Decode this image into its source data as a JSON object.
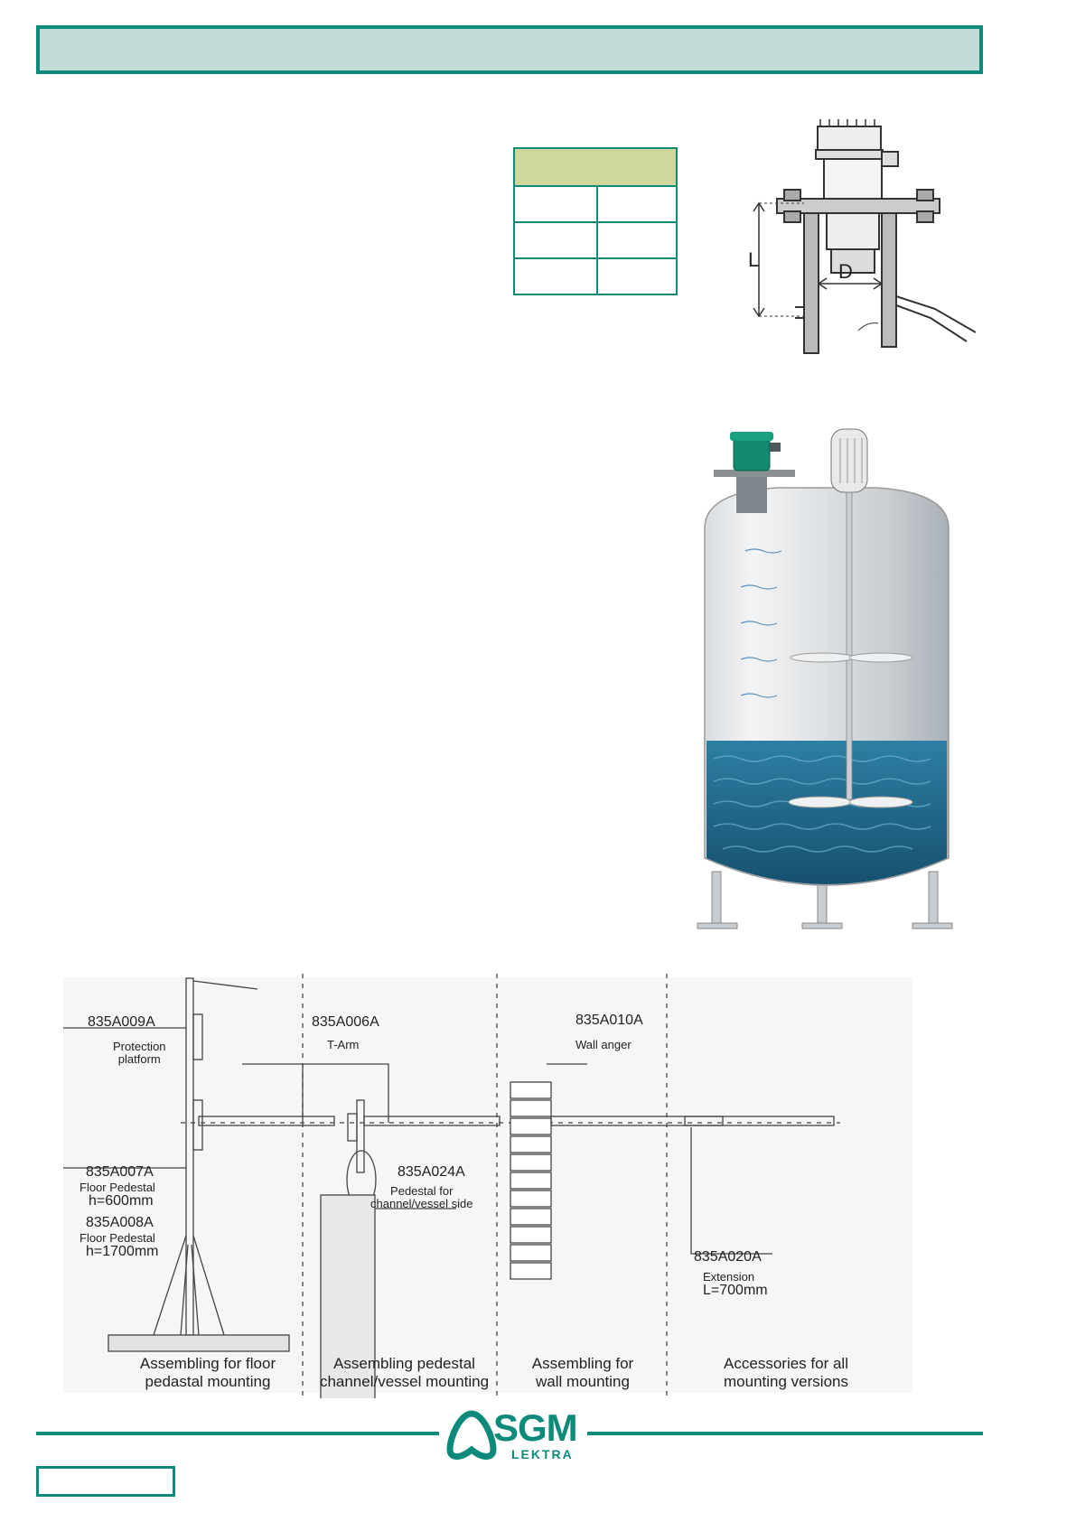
{
  "header": {
    "title": ""
  },
  "flange_drawing": {
    "dim_length": "L",
    "dim_diameter": "D"
  },
  "mounting": {
    "parts": [
      {
        "code": "835A009A",
        "desc": "Protection\nplatform"
      },
      {
        "code": "835A006A",
        "desc": "T-Arm"
      },
      {
        "code": "835A010A",
        "desc": "Wall anger"
      },
      {
        "code": "835A007A",
        "desc": "Floor Pedestal",
        "spec": "h=600mm"
      },
      {
        "code": "835A008A",
        "desc": "Floor Pedestal",
        "spec": "h=1700mm"
      },
      {
        "code": "835A024A",
        "desc": "Pedestal for\nchannel/vessel side"
      },
      {
        "code": "835A020A",
        "desc": "Extension",
        "spec": "L=700mm"
      }
    ],
    "captions": [
      "Assembling for floor\npedastal mounting",
      "Assembling pedestal\nchannel/vessel mounting",
      "Assembling for\nwall mounting",
      "Accessories for all\nmounting versions"
    ]
  },
  "footer": {
    "brand": "SGM",
    "brand_sub": "LEKTRA",
    "page_label": ""
  },
  "colors": {
    "accent": "#0e8a7a",
    "header_fill": "#c4dcd9",
    "table_head": "#cfd79a",
    "water": "#1f5f7f"
  }
}
